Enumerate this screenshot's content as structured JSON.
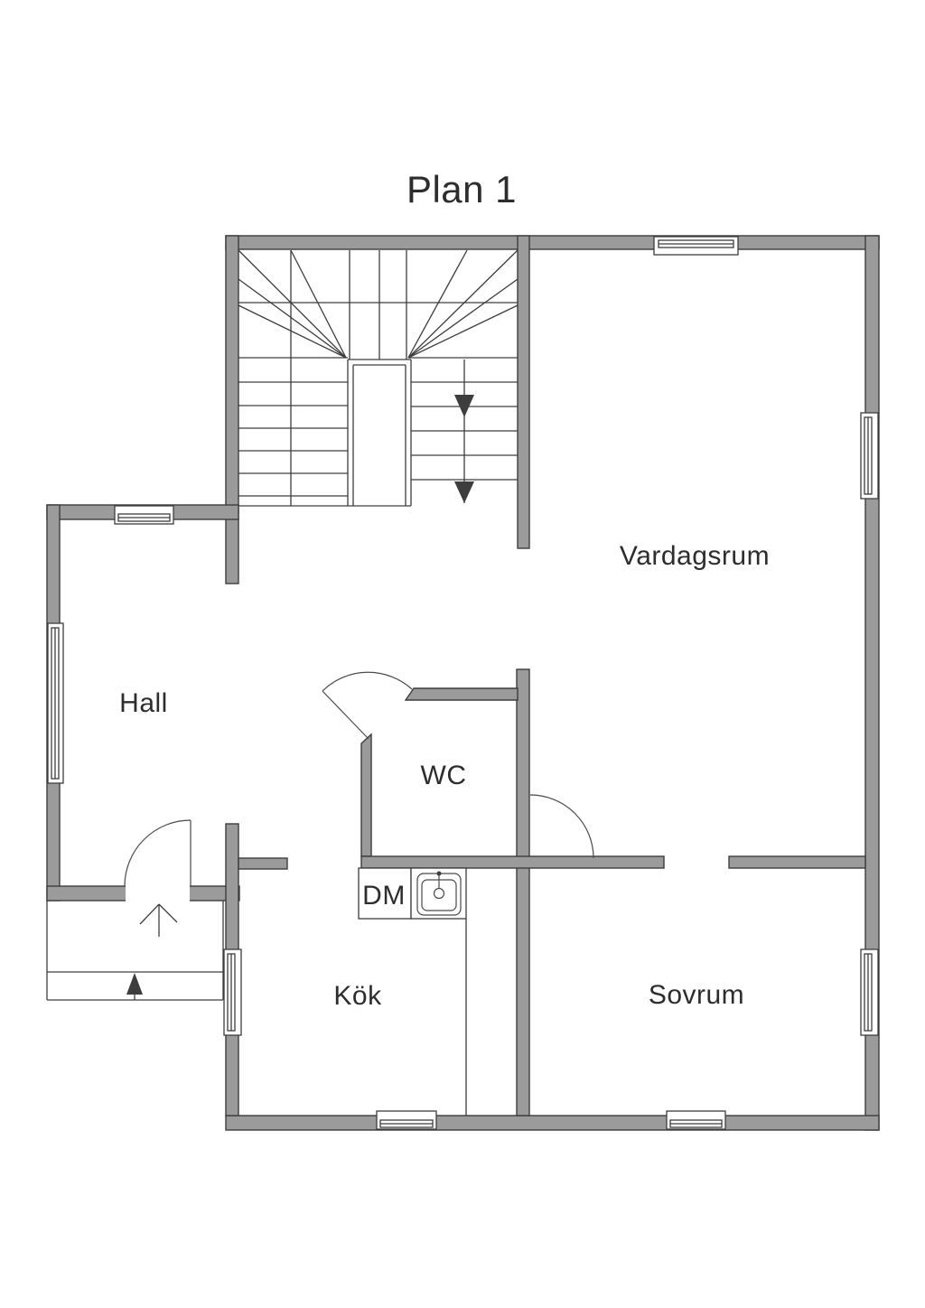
{
  "title": "Plan 1",
  "rooms": {
    "vardagsrum": "Vardagsrum",
    "hall": "Hall",
    "wc": "WC",
    "kok": "Kök",
    "sovrum": "Sovrum"
  },
  "appliances": {
    "dishwasher": "DM"
  },
  "colors": {
    "wall_fill": "#9b9b9b",
    "line": "#3d3d3d",
    "text": "#2d2d2d",
    "background": "#ffffff"
  }
}
